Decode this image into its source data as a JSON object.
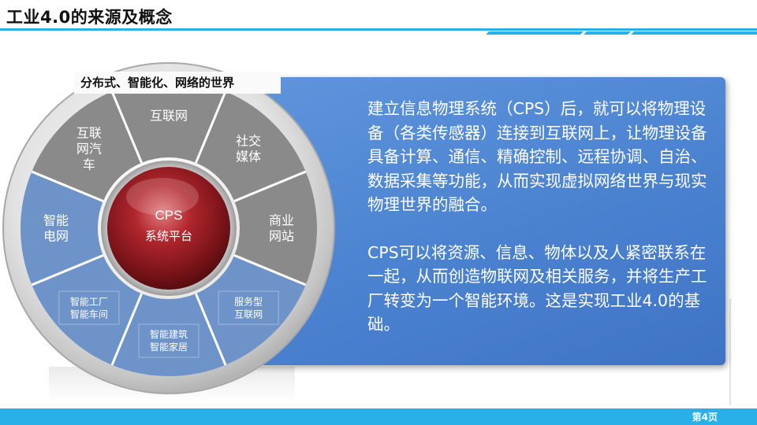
{
  "title": "工业4.0的来源及概念",
  "subtitle": "分布式、智能化、网络的世界",
  "center": {
    "line1": "CPS",
    "line2": "系统平台"
  },
  "segments": [
    {
      "lines": [
        "互联网"
      ],
      "zone": "gray",
      "size": "large"
    },
    {
      "lines": [
        "社交",
        "媒体"
      ],
      "zone": "gray",
      "size": "large"
    },
    {
      "lines": [
        "商业",
        "网站"
      ],
      "zone": "gray",
      "size": "large"
    },
    {
      "lines": [
        "服务型",
        "互联网"
      ],
      "zone": "blue",
      "size": "small"
    },
    {
      "lines": [
        "智能建筑",
        "智能家居"
      ],
      "zone": "blue",
      "size": "small"
    },
    {
      "lines": [
        "智能工厂",
        "智能车间"
      ],
      "zone": "blue",
      "size": "small"
    },
    {
      "lines": [
        "智能",
        "电网"
      ],
      "zone": "blue",
      "size": "large"
    },
    {
      "lines": [
        "互联",
        "网汽",
        "车"
      ],
      "zone": "gray",
      "size": "large"
    }
  ],
  "paragraphs": [
    "建立信息物理系统（CPS）后，就可以将物理设备（各类传感器）连接到互联网上，让物理设备具备计算、通信、精确控制、远程协调、自治、数据采集等功能，从而实现虚拟网络世界与现实物理世界的融合。",
    "CPS可以将资源、信息、物体以及人紧密联系在一起，从而创造物联网及相关服务，并将生产工厂转变为一个智能环境。这是实现工业4.0的基础。"
  ],
  "page_label": "第4页",
  "colors": {
    "footer": "#2ab0e8",
    "panel": "#4b82d0",
    "center": "#8b1a1f",
    "segment_gray": "#8a8a8a",
    "segment_blue": "#6d93c8"
  }
}
